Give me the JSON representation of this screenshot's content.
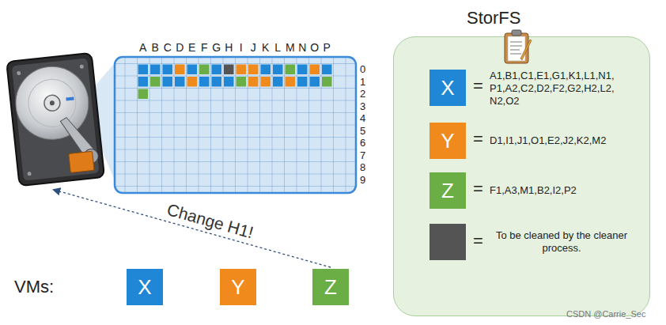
{
  "diagram": {
    "nodes": [
      {
        "text": [
          "StorFS"
        ]
      },
      {
        "text": [
          "X"
        ],
        "in": 0
      },
      {
        "text": [
          "Y"
        ],
        "in": 0
      },
      {
        "text": [
          "Z"
        ],
        "in": 0
      },
      {
        "text": [
          "X"
        ]
      },
      {
        "text": [
          "Y"
        ]
      },
      {
        "text": [
          "Z"
        ]
      }
    ],
    "labels": [
      "A",
      "B",
      "C",
      "D",
      "E",
      "F",
      "G",
      "H",
      "I",
      "J",
      "K",
      "L",
      "M",
      "N",
      "O",
      "P",
      "0",
      "1",
      "2",
      "3",
      "4",
      "5",
      "6",
      "7",
      "8",
      "9",
      "Change H1!",
      "VMs:",
      "=",
      "A1,B1,C1,E1,G1,K1,L1,N1, P1,A2,C2,D2,F2,G2,H2,L2, N2,O2",
      "=",
      "D1,I1,J1,O1,E2,J2,K2,M2",
      "=",
      "F1,A3,M1,B2,I2,P2",
      "=",
      "CSDN @Carrie_Sec"
    ],
    "legend": [
      {
        "text": "To be cleaned by the cleaner process.",
        "color": "#545454"
      }
    ]
  }
}
